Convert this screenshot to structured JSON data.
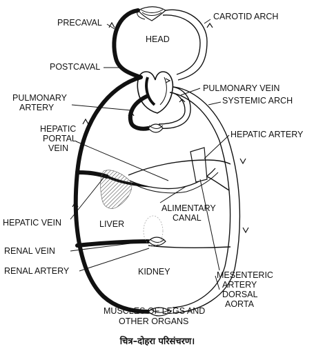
{
  "labels": {
    "precaval": "PRECAVAL",
    "carotid_arch": "CAROTID ARCH",
    "head": "HEAD",
    "postcaval": "POSTCAVAL",
    "pulmonary_vein": "PULMONARY VEIN",
    "pulmonary_artery_line1": "PULMONARY",
    "pulmonary_artery_line2": "ARTERY",
    "systemic_arch": "SYSTEMIC ARCH",
    "hepatic_portal_line1": "HEPATIC",
    "hepatic_portal_line2": "PORTAL",
    "hepatic_portal_line3": "VEIN",
    "hepatic_artery": "HEPATIC  ARTERY",
    "alimentary_line1": "ALIMENTARY",
    "alimentary_line2": "CANAL",
    "hepatic_vein": "HEPATIC VEIN",
    "liver": "LIVER",
    "renal_vein": "RENAL VEIN",
    "renal_artery": "RENAL  ARTERY",
    "kidney": "KIDNEY",
    "mesenteric_line1": "MESENTERIC",
    "mesenteric_line2": "ARTERY",
    "dorsal_line1": "DORSAL",
    "dorsal_line2": "AORTA",
    "muscles_line1": "MUSCLES OF LEGS AND",
    "muscles_line2": "OTHER ORGANS"
  },
  "caption": "चित्र–दोहरा परिसंचरण।"
}
